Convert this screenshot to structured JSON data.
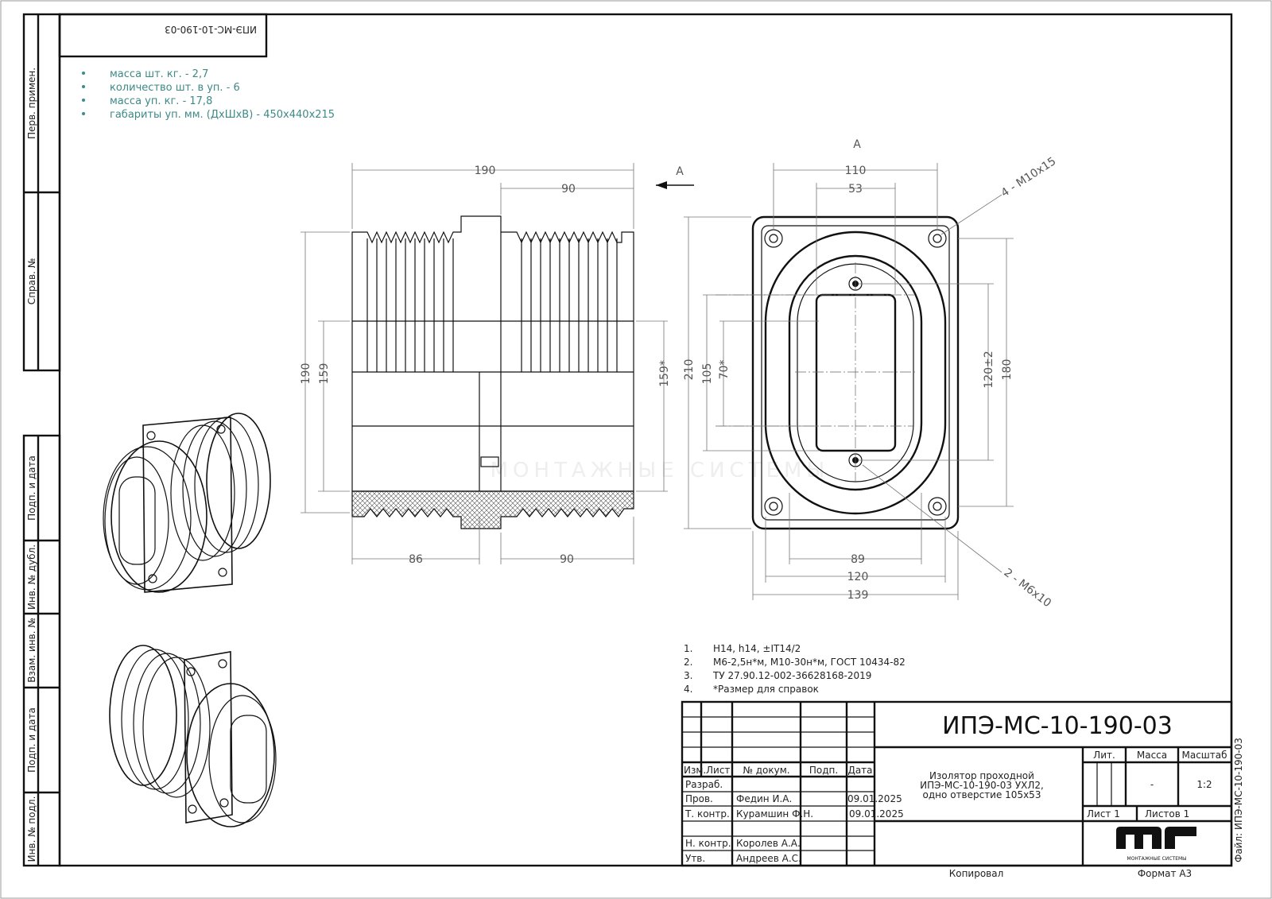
{
  "top_stamp": "ИПЭ-МС-10-190-03",
  "left_strip": [
    "Перв. примен.",
    "Справ. №",
    "Подп. и дата",
    "Инв. № дубл.",
    "Взам. инв. №",
    "Подп. и дата",
    "Инв. № подл."
  ],
  "package_info": [
    "масса шт. кг. - 2,7",
    "количество шт. в уп. - 6",
    "масса уп. кг. - 17,8",
    "габариты уп. мм. (ДхШхВ) - 450х440х215"
  ],
  "side_view": {
    "dims": {
      "total_length": "190",
      "right_half": "90",
      "height": "190",
      "inner_height": "159",
      "inner_height_ref": "159*",
      "left_bottom": "86",
      "right_bottom": "90"
    },
    "view_arrow": "A"
  },
  "front_view": {
    "title": "A",
    "dims": {
      "w110": "110",
      "w53": "53",
      "h210": "210",
      "h105": "105",
      "h70": "70*",
      "h120": "120±2",
      "h180": "180",
      "w89": "89",
      "w120": "120",
      "w139": "139"
    },
    "callouts": {
      "holes_large": "4 - M10x15",
      "holes_small": "2 - M6x10"
    }
  },
  "notes": [
    {
      "n": "1.",
      "text": "H14, h14, ±IT14/2"
    },
    {
      "n": "2.",
      "text": "M6-2,5н*м, M10-30н*м, ГОСТ 10434-82"
    },
    {
      "n": "3.",
      "text": "ТУ 27.90.12-002-36628168-2019"
    },
    {
      "n": "4.",
      "text": "*Размер для справок"
    }
  ],
  "title_block": {
    "designation": "ИПЭ-МС-10-190-03",
    "headers": {
      "izm": "Изм.",
      "list": "Лист",
      "doc": "№ докум.",
      "sign": "Подп.",
      "date": "Дата"
    },
    "rows": [
      {
        "role": "Разраб.",
        "name": "",
        "date": ""
      },
      {
        "role": "Пров.",
        "name": "Федин И.А.",
        "date": "09.01.2025"
      },
      {
        "role": "Т. контр.",
        "name": "Курамшин Ф.Н.",
        "date": "09.01.2025"
      },
      {
        "role": "",
        "name": "",
        "date": ""
      },
      {
        "role": "Н. контр.",
        "name": "Королев А.А.",
        "date": ""
      },
      {
        "role": "Утв.",
        "name": "Андреев А.С.",
        "date": ""
      }
    ],
    "description": [
      "Изолятор проходной",
      "ИПЭ-МС-10-190-03 УХЛ2,",
      "одно отверстие 105х53"
    ],
    "lit_label": "Лит.",
    "mass_label": "Масса",
    "scale_label": "Масштаб",
    "mass": "-",
    "scale": "1:2",
    "sheet": "Лист 1",
    "sheets": "Листов 1",
    "logo_text": "МОНТАЖНЫЕ СИСТЕМЫ",
    "copied": "Копировал",
    "format": "Формат А3",
    "file": "Файл: ИПЭ-МС-10-190-03"
  }
}
